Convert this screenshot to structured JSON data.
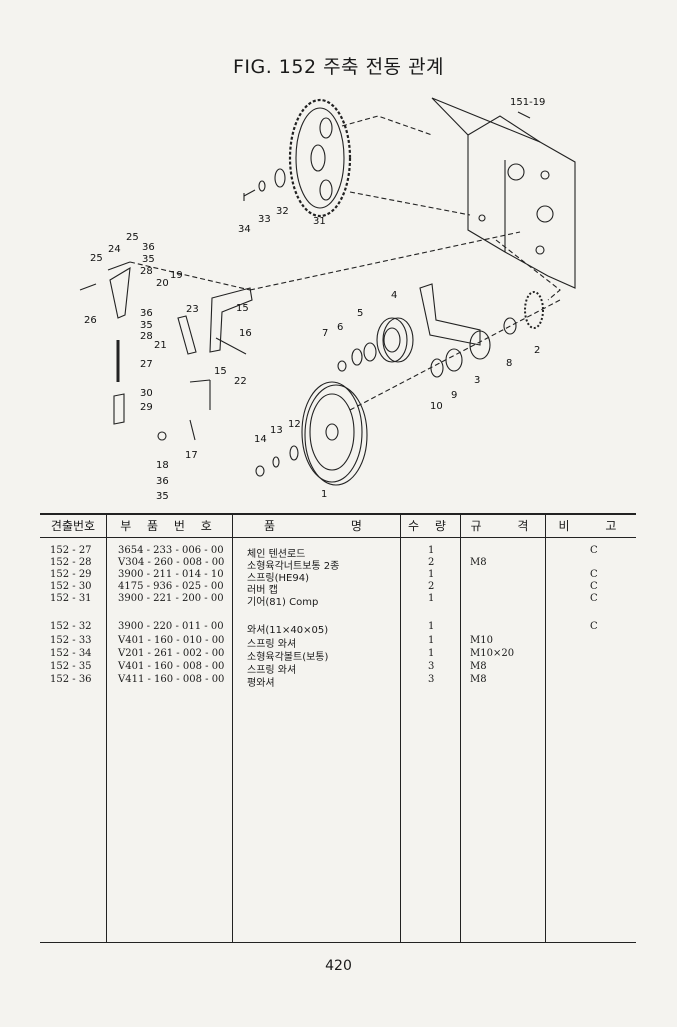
{
  "figure": {
    "title": "FIG. 152 주축 전동 관계"
  },
  "diagram": {
    "labels": [
      "151-19",
      "1",
      "2",
      "3",
      "4",
      "5",
      "6",
      "7",
      "8",
      "9",
      "10",
      "12",
      "13",
      "14",
      "15",
      "15",
      "16",
      "17",
      "18",
      "19",
      "20",
      "21",
      "22",
      "23",
      "24",
      "25",
      "25",
      "26",
      "27",
      "28",
      "28",
      "29",
      "30",
      "31",
      "32",
      "33",
      "34",
      "35",
      "35",
      "35",
      "36",
      "36",
      "36"
    ]
  },
  "table": {
    "headers": {
      "ref": "견출번호",
      "part": "부 품 번 호",
      "name": "품 명",
      "qty": "수 량",
      "spec": "규 격",
      "remark": "비 고"
    },
    "rows": [
      {
        "ref": "152 - 27",
        "part": "3654 - 233 - 006 - 00",
        "name": "체인 텐션로드",
        "qty": "1",
        "spec": "",
        "remark": "C"
      },
      {
        "ref": "152 - 28",
        "part": "V304 - 260 - 008 - 00",
        "name": "소형육각너트보통 2종",
        "qty": "2",
        "spec": "M8",
        "remark": ""
      },
      {
        "ref": "152 - 29",
        "part": "3900 - 211 - 014 - 10",
        "name": "스프링(HE94)",
        "qty": "1",
        "spec": "",
        "remark": "C"
      },
      {
        "ref": "152 - 30",
        "part": "4175 - 936 - 025 - 00",
        "name": "러버 캡",
        "qty": "2",
        "spec": "",
        "remark": "C"
      },
      {
        "ref": "152 - 31",
        "part": "3900 - 221 - 200 - 00",
        "name": "기어(81) Comp",
        "qty": "1",
        "spec": "",
        "remark": "C"
      },
      {
        "ref": "152 - 32",
        "part": "3900 - 220 - 011 - 00",
        "name": "와셔(11×40×05)",
        "qty": "1",
        "spec": "",
        "remark": "C"
      },
      {
        "ref": "152 - 33",
        "part": "V401 - 160 - 010 - 00",
        "name": "스프링 와셔",
        "qty": "1",
        "spec": "M10",
        "remark": ""
      },
      {
        "ref": "152 - 34",
        "part": "V201 - 261 - 002 - 00",
        "name": "소형육각볼트(보통)",
        "qty": "1",
        "spec": "M10×20",
        "remark": ""
      },
      {
        "ref": "152 - 35",
        "part": "V401 - 160 - 008 - 00",
        "name": "스프링 와셔",
        "qty": "3",
        "spec": "M8",
        "remark": ""
      },
      {
        "ref": "152 - 36",
        "part": "V411 - 160 - 008 - 00",
        "name": "평와셔",
        "qty": "3",
        "spec": "M8",
        "remark": ""
      }
    ]
  },
  "footer": {
    "page_number": "420"
  }
}
